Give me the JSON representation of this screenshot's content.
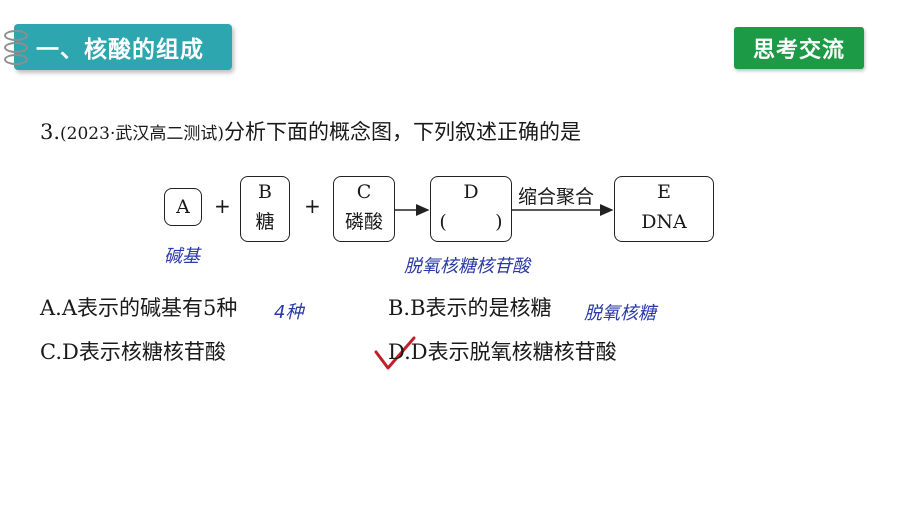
{
  "header": {
    "section_title": "一、核酸的组成",
    "badge": "思考交流"
  },
  "question": {
    "number": "3.",
    "source": "(2023·武汉高二测试)",
    "stem": "分析下面的概念图，下列叙述正确的是"
  },
  "diagram": {
    "box_a": "A",
    "box_b_letter": "B",
    "box_b_name": "糖",
    "box_c_letter": "C",
    "box_c_name": "磷酸",
    "box_d_letter": "D",
    "box_d_blank": "(        )",
    "box_e_letter": "E",
    "box_e_name": "DNA",
    "plus": "+",
    "arrow_label": "缩合聚合"
  },
  "annotations": {
    "under_a": "碱基",
    "under_d": "脱氧核糖核苷酸",
    "note_a": "4种",
    "note_b": "脱氧核糖"
  },
  "options": {
    "a": "A.A表示的碱基有5种",
    "b": "B.B表示的是核糖",
    "c": "C.D表示核糖核苷酸",
    "d": "D.D表示脱氧核糖核苷酸"
  },
  "colors": {
    "title_tab": "#2ea6b0",
    "badge": "#1c9a45",
    "handwriting": "#2a3aa8",
    "check_mark": "#c0202a"
  }
}
